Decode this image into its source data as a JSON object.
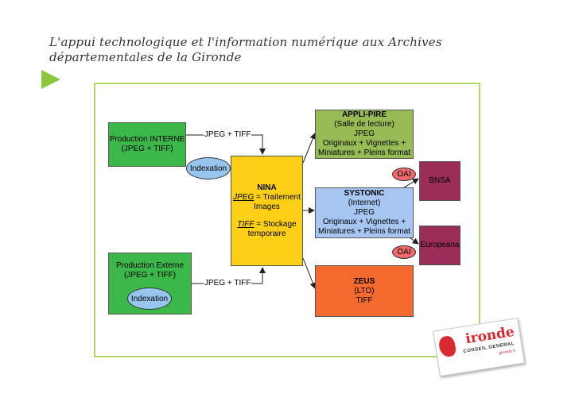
{
  "header": {
    "title": "L'appui technologique et l'information numérique  aux Archives départementales de la Gironde"
  },
  "diagram": {
    "production_interne": {
      "line1": "Production INTERNE",
      "line2": "(JPEG + TIFF)"
    },
    "indexation_1": "Indexation",
    "production_externe": {
      "line1": "Production Externe",
      "line2": "(JPEG + TIFF)"
    },
    "indexation_2": "Indexation",
    "edge_label_top": "JPEG + TIFF",
    "edge_label_bottom": "JPEG + TIFF",
    "nina": {
      "title": "NINA",
      "jpeg_key": "JPEG",
      "jpeg_text": " = Traitement",
      "jpeg_text2": "Images",
      "tiff_key": "TIFF",
      "tiff_text": " = Stockage",
      "tiff_text2": "temporaire"
    },
    "applipire": {
      "title": "APPLI-PIRE",
      "lines": [
        "(Salle de lecture)",
        "JPEG",
        "Originaux + Vignettes +",
        "Miniatures + Pleins format"
      ]
    },
    "systonic": {
      "title": "SYSTONIC",
      "lines": [
        "(Internet)",
        "JPEG",
        "Originaux + Vignettes +",
        "Miniatures + Pleins format"
      ]
    },
    "zeus": {
      "title": "ZEUS",
      "lines": [
        "(LTO)",
        "TIFF"
      ]
    },
    "oai_1": "OAI",
    "oai_2": "OAI",
    "bnsa": "BNSA",
    "europeana": "Europeana",
    "colors": {
      "green": "#3cb84a",
      "yellow": "#fdd017",
      "olive": "#99bb55",
      "blue": "#a7c7f2",
      "orange": "#f56a2e",
      "maroon": "#9b2d58",
      "oval_blue": "#98c5ee",
      "oval_red": "#ef6a6a"
    }
  },
  "logo": {
    "name": "ironde",
    "subtitle": "CONSEIL GENERAL",
    "url": "gironde.fr"
  }
}
